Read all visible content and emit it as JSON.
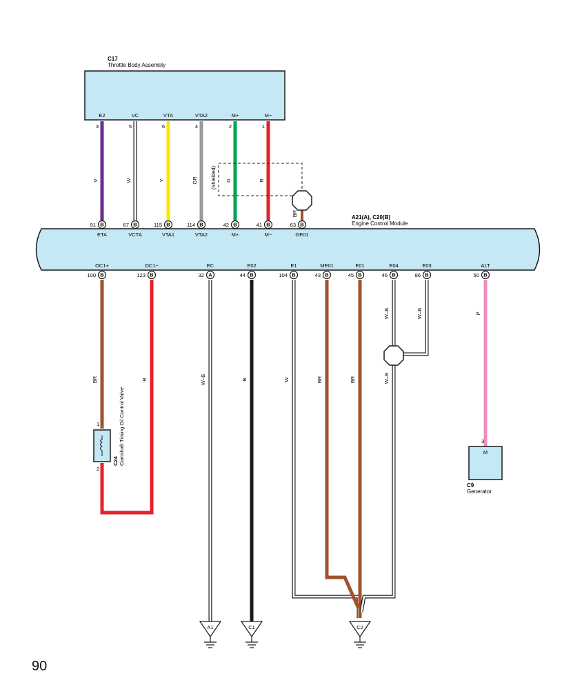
{
  "throttle_body": {
    "code": "C17",
    "name": "Throttle Body Assembly",
    "pins": [
      {
        "label": "E2",
        "num": "3",
        "wire": "V",
        "color": "#6a2d8f"
      },
      {
        "label": "VC",
        "num": "5",
        "wire": "W",
        "color": "#ffffff"
      },
      {
        "label": "VTA",
        "num": "6",
        "wire": "Y",
        "color": "#ffe600"
      },
      {
        "label": "VTA2",
        "num": "4",
        "wire": "GR",
        "color": "#9a9a9a"
      },
      {
        "label": "M+",
        "num": "2",
        "wire": "G",
        "color": "#00a651"
      },
      {
        "label": "M−",
        "num": "1",
        "wire": "R",
        "color": "#e8202a"
      }
    ],
    "shielded_label": "(Shielded)",
    "shield_wire": "BR"
  },
  "ecm": {
    "code": "A21(A), C20(B)",
    "name": "Engine Control Module",
    "top_pins": [
      {
        "num": "91",
        "conn": "B",
        "label": "ETA"
      },
      {
        "num": "67",
        "conn": "B",
        "label": "VCTA"
      },
      {
        "num": "115",
        "conn": "B",
        "label": "VTA1"
      },
      {
        "num": "114",
        "conn": "B",
        "label": "VTA2"
      },
      {
        "num": "42",
        "conn": "B",
        "label": "M+"
      },
      {
        "num": "41",
        "conn": "B",
        "label": "M−"
      },
      {
        "num": "63",
        "conn": "B",
        "label": "GE01"
      }
    ],
    "bottom_pins": [
      {
        "num": "100",
        "conn": "B",
        "label": "OC1+",
        "wire": "BR",
        "color": "#a0522d"
      },
      {
        "num": "123",
        "conn": "B",
        "label": "OC1−",
        "wire": "R",
        "color": "#e8202a"
      },
      {
        "num": "32",
        "conn": "A",
        "label": "EC",
        "wire": "W–B",
        "color": "#ffffff"
      },
      {
        "num": "44",
        "conn": "B",
        "label": "E02",
        "wire": "B",
        "color": "#1a1a1a"
      },
      {
        "num": "104",
        "conn": "B",
        "label": "E1",
        "wire": "W",
        "color": "#ffffff"
      },
      {
        "num": "43",
        "conn": "B",
        "label": "ME01",
        "wire": "BR",
        "color": "#a0522d"
      },
      {
        "num": "45",
        "conn": "B",
        "label": "E01",
        "wire": "BR",
        "color": "#a0522d"
      },
      {
        "num": "46",
        "conn": "B",
        "label": "E04",
        "wire": "W–B",
        "color": "#ffffff"
      },
      {
        "num": "86",
        "conn": "B",
        "label": "E03",
        "wire": "W–B",
        "color": "#ffffff"
      },
      {
        "num": "50",
        "conn": "B",
        "label": "ALT",
        "wire": "P",
        "color": "#f08cbf"
      }
    ]
  },
  "ocv": {
    "code": "C24",
    "name": "Camshaft Timing Oil Control Valve",
    "pin_top": "1",
    "pin_bottom": "2"
  },
  "generator": {
    "code": "C9",
    "name": "Generator",
    "pin_label": "M",
    "pin_num": "3"
  },
  "grounds": [
    {
      "label": "A1"
    },
    {
      "label": "C1"
    },
    {
      "label": "C2"
    }
  ],
  "page_number": "90",
  "colors": {
    "component_fill": "#c5e8f5",
    "outline": "#1a1a1a"
  }
}
